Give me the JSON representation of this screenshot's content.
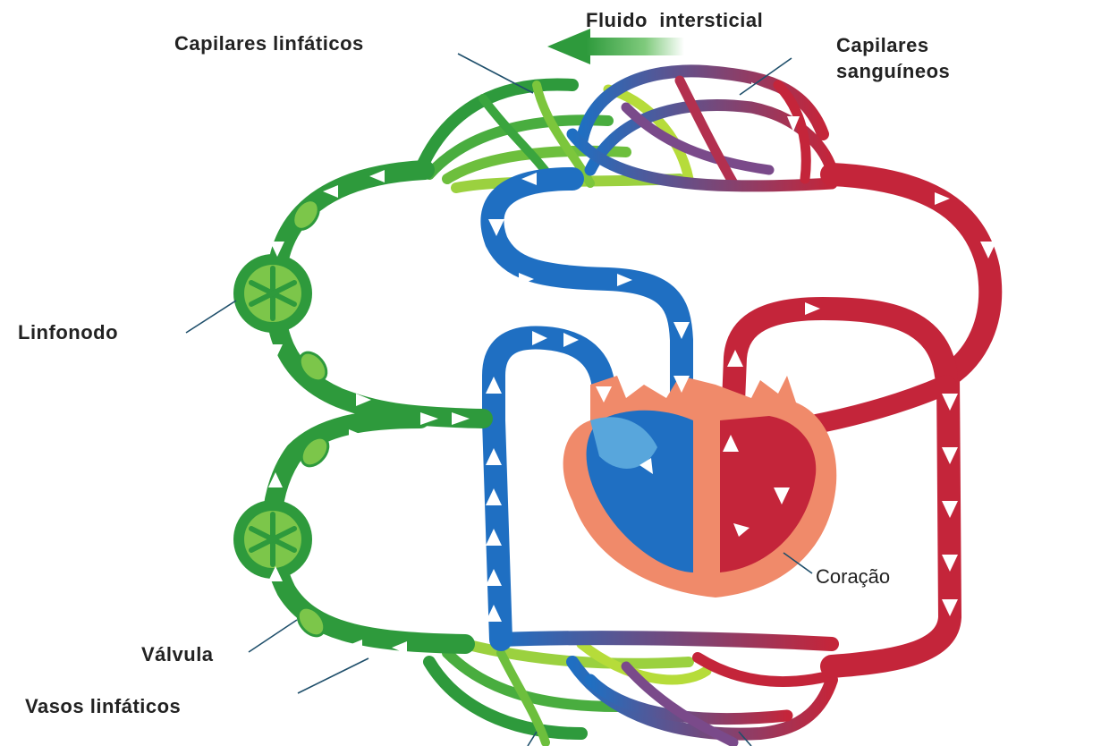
{
  "labels": {
    "fluido_intersticial": "Fluido  intersticial",
    "capilares_linfaticos": "Capilares linfáticos",
    "capilares_sanguineos_1": "Capilares",
    "capilares_sanguineos_2": "sanguíneos",
    "linfonodo": "Linfonodo",
    "valvula": "Válvula",
    "vasos_linfaticos": "Vasos linfáticos",
    "coracao": "Coração"
  },
  "colors": {
    "lymph_green": "#2e9a3c",
    "lymph_light": "#9bd13f",
    "vein_blue": "#1f6fc2",
    "artery_red": "#c4253a",
    "heart_salmon": "#f08a6a",
    "heart_light": "#f6b39a"
  },
  "icons": [
    "flow-arrow-icon",
    "lymph-node-icon",
    "valve-icon"
  ]
}
